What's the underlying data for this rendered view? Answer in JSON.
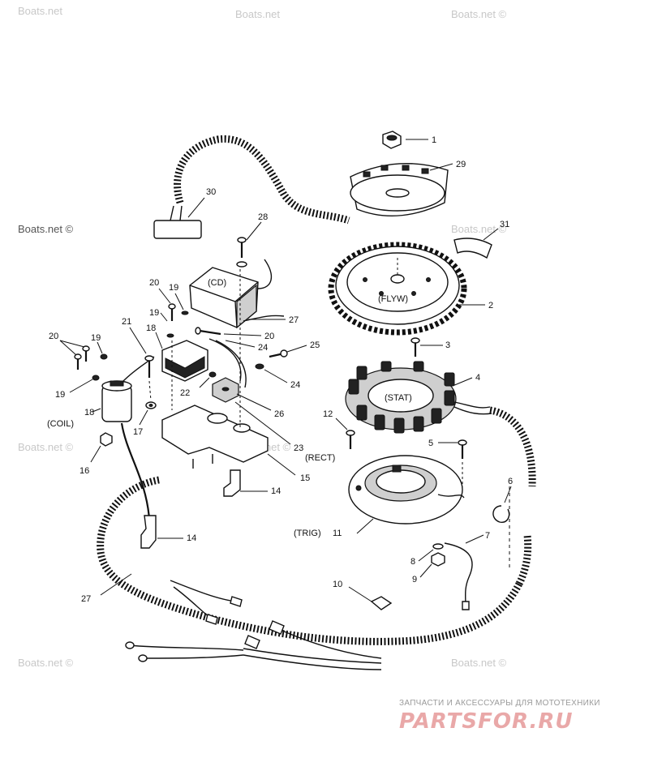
{
  "watermarks": [
    "Boats.net",
    "Boats.net",
    "Boats.net ©",
    "Boats.net ©",
    "Boats.net ©",
    "Boats.net ©",
    "Boats.net ©",
    "Boats.net ©",
    "Boats.net ©"
  ],
  "callouts": {
    "c1": "1",
    "c2": "2",
    "c3": "3",
    "c4": "4",
    "c5": "5",
    "c6": "6",
    "c7": "7",
    "c8": "8",
    "c9": "9",
    "c10": "10",
    "c11": "11",
    "c12": "12",
    "c14a": "14",
    "c14b": "14",
    "c15": "15",
    "c16": "16",
    "c17": "17",
    "c18": "18",
    "c18b": "18",
    "c19a": "19",
    "c19b": "19",
    "c19c": "19",
    "c19d": "19",
    "c20a": "20",
    "c20b": "20",
    "c20c": "20",
    "c21": "21",
    "c22": "22",
    "c23": "23",
    "c24a": "24",
    "c24b": "24",
    "c25": "25",
    "c26": "26",
    "c27a": "27",
    "c27b": "27",
    "c28": "28",
    "c29": "29",
    "c30": "30",
    "c31": "31"
  },
  "part_labels": {
    "flyw": "(FLYW)",
    "stat": "(STAT)",
    "cd": "(CD)",
    "rect": "(RECT)",
    "coil": "(COIL)",
    "trig": "(TRIG)"
  },
  "brand": {
    "tagline": "ЗАПЧАСТИ И АКСЕССУАРЫ ДЛЯ МОТОТЕХНИКИ",
    "logo": "PARTSFOR.RU"
  }
}
